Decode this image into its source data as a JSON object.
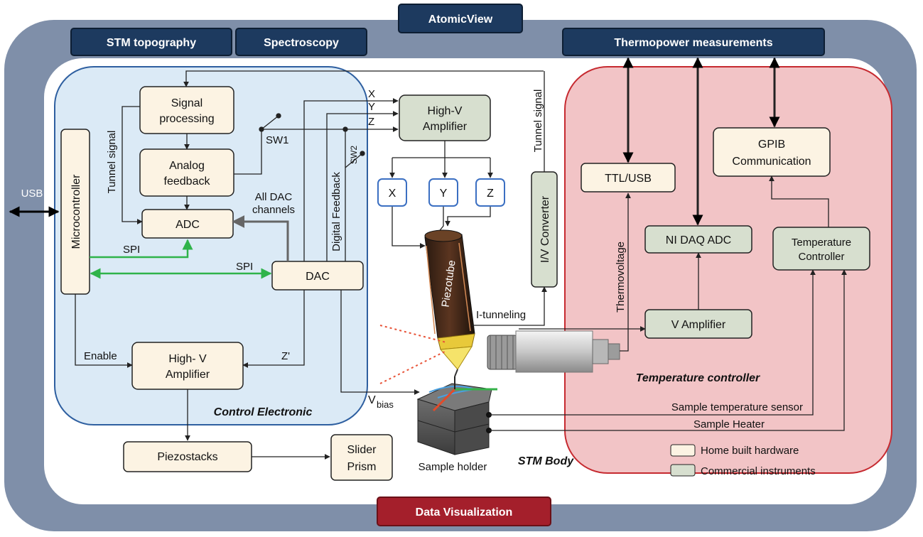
{
  "colors": {
    "frame": "#7f8fa9",
    "header_button": "#1d3a5f",
    "data_button": "#a41f2b",
    "control_panel": "#dbeaf6",
    "control_border": "#2e5fa0",
    "temp_panel": "#f2c4c6",
    "temp_border": "#c62a30",
    "home_built": "#fcf3e3",
    "commercial": "#d7dfcf",
    "spi_arrow": "#2fb34a"
  },
  "header": {
    "app_title": "AtomicView",
    "stm_topography": "STM topography",
    "spectroscopy": "Spectroscopy",
    "thermopower": "Thermopower measurements",
    "data_visualization": "Data Visualization"
  },
  "control": {
    "title": "Control Electronic",
    "signal_processing": [
      "Signal",
      "processing"
    ],
    "analog_feedback": [
      "Analog",
      "feedback"
    ],
    "adc": "ADC",
    "dac": "DAC",
    "microcontroller": "Microcontroller",
    "high_v_amp_bottom": [
      "High- V",
      "Amplifier"
    ],
    "tunnel_signal": "Tunnel signal",
    "sw1": "SW1",
    "sw2": "SW2",
    "all_dac": [
      "All DAC",
      "channels"
    ],
    "digital_feedback": "Digital Feedback",
    "spi_1": "SPI",
    "spi_2": "SPI",
    "enable": "Enable",
    "z_prime": "Z'"
  },
  "stm": {
    "usb": "USB",
    "x_label": "X",
    "y_label": "Y",
    "z_label": "Z",
    "high_v_amp_top": [
      "High-V",
      "Amplifier"
    ],
    "box_x": "X",
    "box_y": "Y",
    "box_z": "Z",
    "piezotube": "Piezotube",
    "iv_converter": "I/V Converter",
    "tunnel_signal_right": "Tunnel signal",
    "i_tunneling": "I-tunneling",
    "v_bias": "V",
    "v_bias_sub": "bias",
    "piezostacks": "Piezostacks",
    "slider_prism": [
      "Slider",
      "Prism"
    ],
    "sample_holder": "Sample holder",
    "stm_body": "STM Body"
  },
  "temperature": {
    "title": "Temperature controller",
    "ttl_usb": "TTL/USB",
    "gpib": [
      "GPIB",
      "Communication"
    ],
    "ni_daq": "NI DAQ ADC",
    "temp_controller": [
      "Temperature",
      "Controller"
    ],
    "v_amplifier": "V Amplifier",
    "thermovoltage": "Thermovoltage",
    "sample_temp_sensor": "Sample temperature sensor",
    "sample_heater": "Sample Heater"
  },
  "legend": {
    "home_built": "Home built hardware",
    "commercial": "Commercial instruments"
  }
}
